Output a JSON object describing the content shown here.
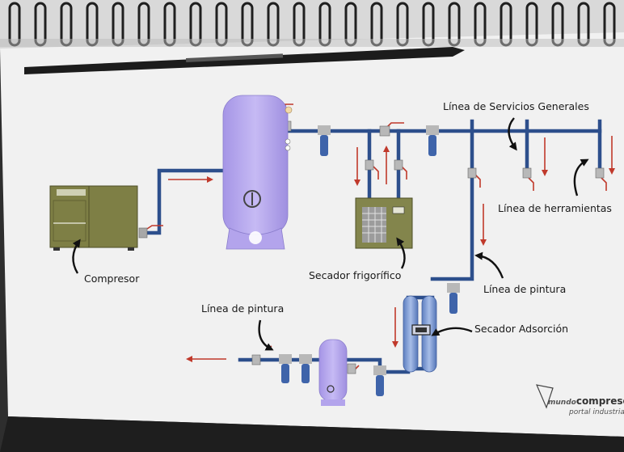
{
  "labels": {
    "servicios_generales": "Línea de Servicios Generales",
    "herramientas": "Línea de herramientas",
    "compresor": "Compresor",
    "secador_frigorifico": "Secador frigorífico",
    "pintura_right": "Línea de pintura",
    "pintura_left": "Línea de pintura",
    "secador_adsorcion": "Secador Adsorción"
  },
  "watermark": {
    "brand_pre": "mundo",
    "brand_post": "compresor",
    "tagline": "portal industrial"
  },
  "colors": {
    "pipe": "#2d4f8c",
    "tank": "#b7a8ee",
    "compressor": "#7e7f45",
    "dryer": "#83854c",
    "flow_arrow": "#c0392b",
    "paper": "#f1f1f1"
  }
}
